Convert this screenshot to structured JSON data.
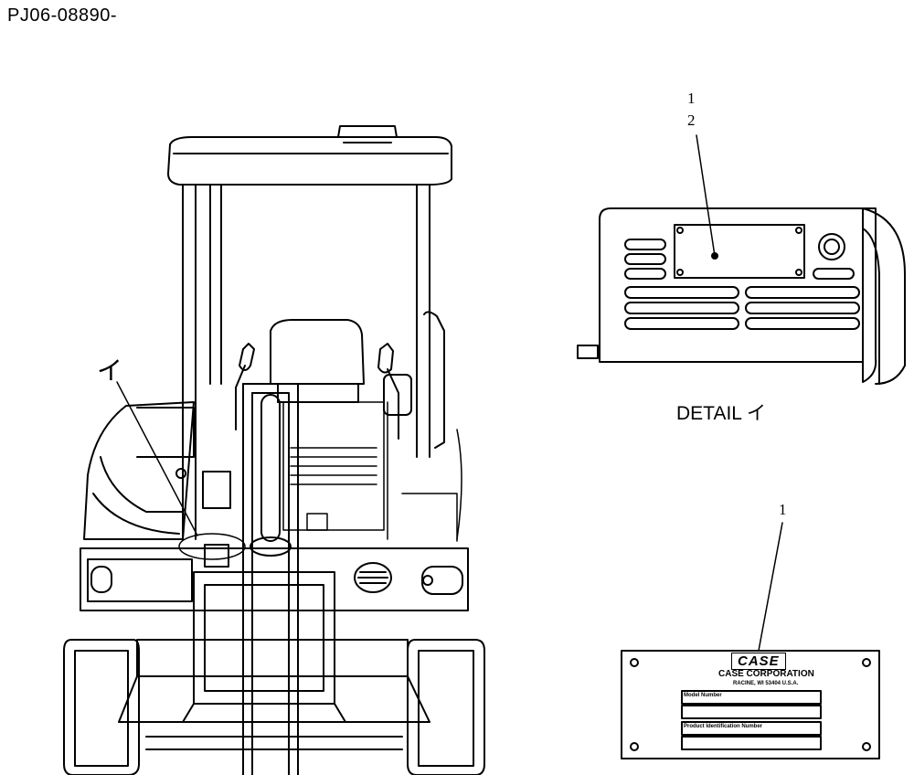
{
  "drawing_code": "PJ06-08890-",
  "detail_label": "DETAIL イ",
  "reference_mark": "イ",
  "callouts": {
    "detail_1": "1",
    "detail_2": "2",
    "plate_1": "1"
  },
  "plate": {
    "brand": "CASE",
    "company": "CASE CORPORATION",
    "address": "RACINE, WI 53404 U.S.A.",
    "row1_label": "Model Number",
    "row2_label": "Product Identification Number"
  }
}
